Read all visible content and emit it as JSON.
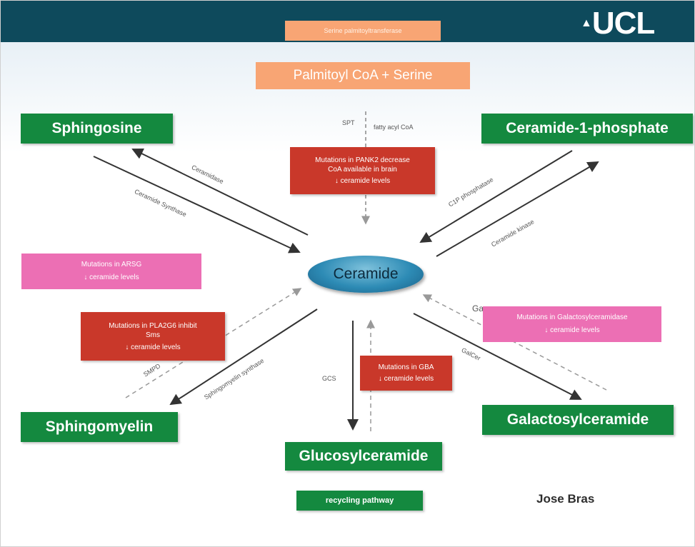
{
  "logo": {
    "text": "UCL"
  },
  "nodes": {
    "top_enzyme": "Serine palmitoyltransferase",
    "precursors": "Palmitoyl CoA + Serine",
    "sphingosine": "Sphingosine",
    "ceramide_1_phosphate": "Ceramide-1-phosphate",
    "ceramide": "Ceramide",
    "sphingomyelin": "Sphingomyelin",
    "glucosylceramide": "Glucosylceramide",
    "galactosylceramide": "Galactosylceramide",
    "recycling": "recycling pathway"
  },
  "mutation_boxes": {
    "pank2": {
      "line1": "Mutations in PANK2 decrease",
      "line2": "CoA available in brain",
      "line3": "↓ ceramide levels"
    },
    "arsg": {
      "line1": "Mutations in ARSG",
      "line2": "↓ ceramide levels"
    },
    "pla2g6": {
      "line1": "Mutations in PLA2G6 inhibit",
      "line2": "Sms",
      "line3": "↓ ceramide levels"
    },
    "gba": {
      "line1": "Mutations in GBA",
      "line2": "↓ ceramide levels"
    },
    "galc": {
      "line1": "Mutations in Galactosylceramidase",
      "line2": "↓ ceramide levels"
    }
  },
  "enzyme_labels": {
    "spt": "SPT",
    "fatty_acyl_coa": "fatty acyl CoA",
    "ceramidase": "Ceramidase",
    "ceramide_synthase": "Ceramide Synthase",
    "c1p_phosphatase": "C1P phosphatase",
    "ceramide_kinase": "Ceramide kinase",
    "smpd": "SMPD",
    "sphingomyelin_synthase": "Sphingomyelin synthase",
    "gcs": "GCS",
    "galcer": "GalCer",
    "galc_short": "Ga"
  },
  "author": "Jose Bras",
  "colors": {
    "header": "#0e4a5c",
    "green": "#14893f",
    "red": "#c9382a",
    "pink": "#ec6fb4",
    "orange": "#f8a574",
    "ceramide": "#2d8bb5"
  }
}
